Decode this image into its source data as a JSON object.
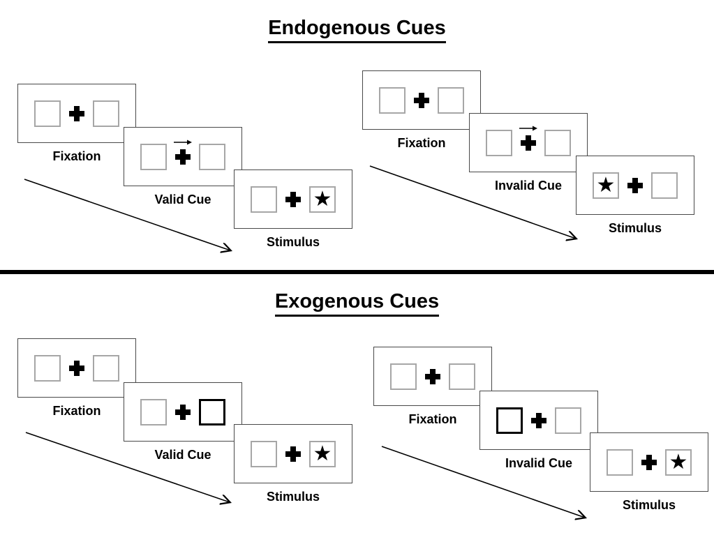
{
  "endogenous": {
    "title": "Endogenous Cues",
    "valid": {
      "panels": [
        {
          "label": "Fixation"
        },
        {
          "label": "Valid Cue"
        },
        {
          "label": "Stimulus"
        }
      ]
    },
    "invalid": {
      "panels": [
        {
          "label": "Fixation"
        },
        {
          "label": "Invalid Cue"
        },
        {
          "label": "Stimulus"
        }
      ]
    }
  },
  "exogenous": {
    "title": "Exogenous Cues",
    "valid": {
      "panels": [
        {
          "label": "Fixation"
        },
        {
          "label": "Valid Cue"
        },
        {
          "label": "Stimulus"
        }
      ]
    },
    "invalid": {
      "panels": [
        {
          "label": "Fixation"
        },
        {
          "label": "Invalid Cue"
        },
        {
          "label": "Stimulus"
        }
      ]
    }
  },
  "glyphs": {
    "star": "★"
  },
  "colors": {
    "ink": "#000000",
    "panel_border": "#484848",
    "box_border": "#a6a6a6",
    "background": "#ffffff"
  }
}
